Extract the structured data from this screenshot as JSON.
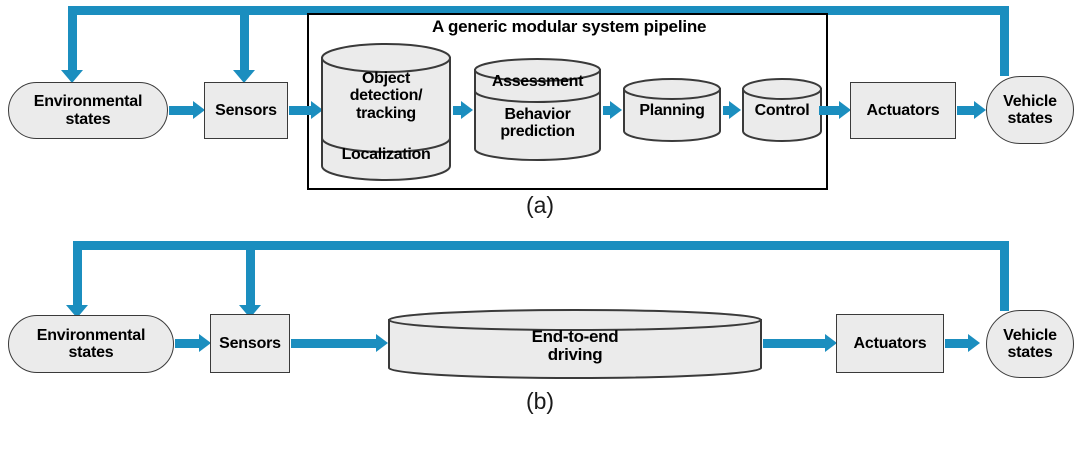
{
  "figure": {
    "panels": [
      {
        "id": "a",
        "caption": "(a)",
        "frame_title": "A generic modular system pipeline",
        "nodes": {
          "environmental_states": "Environmental\nstates",
          "sensors": "Sensors",
          "perception_main": "Object\ndetection/\ntracking",
          "perception_sub": "Localization",
          "assessment": "Assessment",
          "behavior_prediction": "Behavior\nprediction",
          "planning": "Planning",
          "control": "Control",
          "actuators": "Actuators",
          "vehicle_states": "Vehicle\nstates"
        }
      },
      {
        "id": "b",
        "caption": "(b)",
        "nodes": {
          "environmental_states": "Environmental\nstates",
          "sensors": "Sensors",
          "end_to_end_driving": "End-to-end\ndriving",
          "actuators": "Actuators",
          "vehicle_states": "Vehicle\nstates"
        }
      }
    ]
  },
  "node_labels": {
    "a_env_line1": "Environmental",
    "a_env_line2": "states",
    "a_sensors": "Sensors",
    "a_percep_line1": "Object",
    "a_percep_line2": "detection/",
    "a_percep_line3": "tracking",
    "a_localization": "Localization",
    "a_assessment": "Assessment",
    "a_behavior_line1": "Behavior",
    "a_behavior_line2": "prediction",
    "a_planning": "Planning",
    "a_control": "Control",
    "a_actuators": "Actuators",
    "a_veh_line1": "Vehicle",
    "a_veh_line2": "states",
    "a_frame_title": "A generic modular system pipeline",
    "a_caption": "(a)",
    "b_env_line1": "Environmental",
    "b_env_line2": "states",
    "b_sensors": "Sensors",
    "b_e2e_line1": "End-to-end",
    "b_e2e_line2": "driving",
    "b_actuators": "Actuators",
    "b_veh_line1": "Vehicle",
    "b_veh_line2": "states",
    "b_caption": "(b)"
  },
  "colors": {
    "connector_blue": "#1b8ebf",
    "node_fill": "#ebebeb",
    "node_stroke": "#3a3a3a",
    "frame_stroke": "#000000",
    "text": "#000000",
    "background": "#ffffff"
  }
}
